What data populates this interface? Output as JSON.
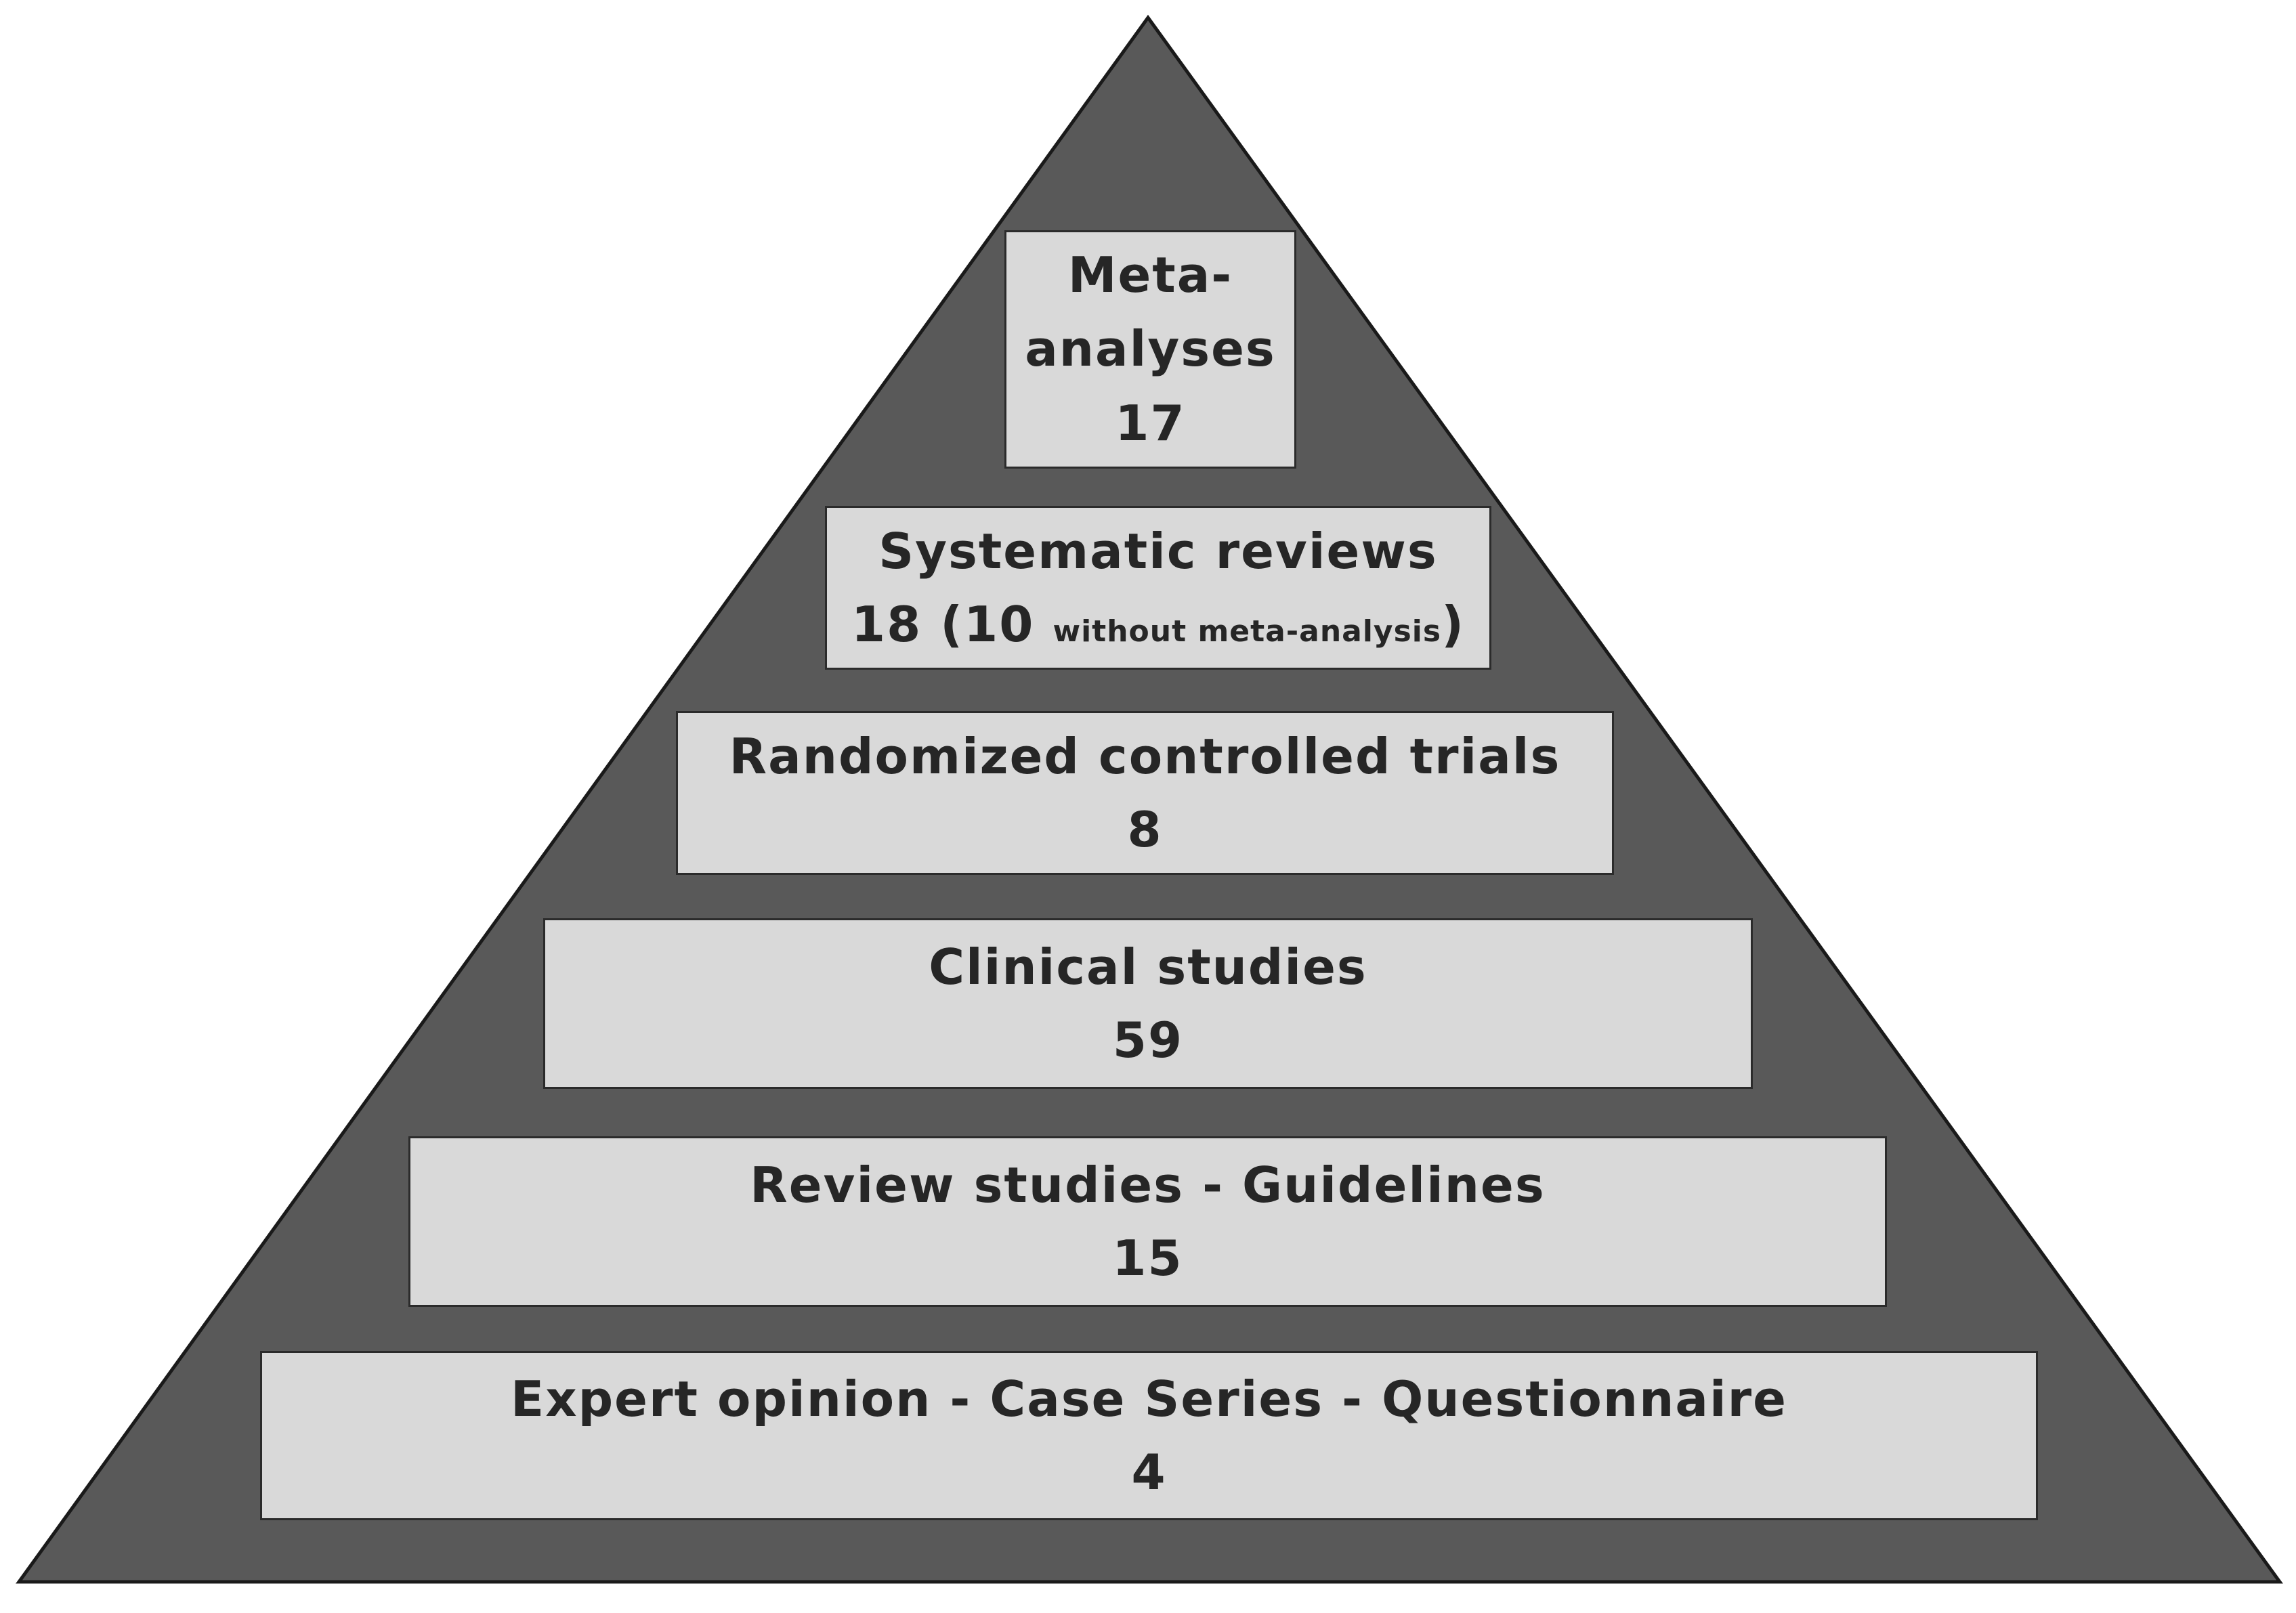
{
  "diagram": {
    "colors": {
      "pyramid_fill": "#595959",
      "pyramid_stroke": "#1a1a1a",
      "box_fill": "#d9d9d9",
      "box_border": "#2b2b2b",
      "text": "#262626"
    },
    "levels": [
      {
        "id": "meta-analyses",
        "title_line1": "Meta-",
        "title_line2": "analyses",
        "count": "17"
      },
      {
        "id": "systematic-reviews",
        "title": "Systematic reviews",
        "count_prefix": "18 (10 ",
        "count_note": "without meta-analysis",
        "count_suffix": ")"
      },
      {
        "id": "rct",
        "title": "Randomized controlled trials",
        "count": "8"
      },
      {
        "id": "clinical-studies",
        "title": "Clinical studies",
        "count": "59"
      },
      {
        "id": "review-studies",
        "title": "Review studies - Guidelines",
        "count": "15"
      },
      {
        "id": "expert-opinion",
        "title": "Expert opinion - Case Series - Questionnaire",
        "count": "4"
      }
    ]
  }
}
